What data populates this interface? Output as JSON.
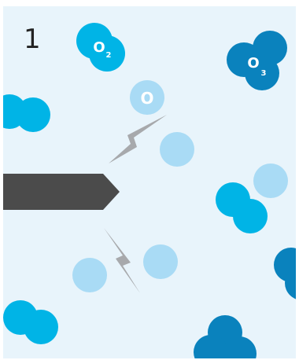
{
  "panel": {
    "number": "1",
    "labels": {
      "oxygen_molecule": "O",
      "oxygen_molecule_sub": "2",
      "ozone_molecule": "O",
      "ozone_molecule_sub": "3",
      "oxygen_atom": "O"
    }
  },
  "colors": {
    "background": "#e8f4fb",
    "frame": "#ffffff",
    "o2": "#00b4e6",
    "o3": "#0a82bd",
    "atom": "#a9dbf5",
    "electrode": "#4b4b4b",
    "spark": "#a7a9ac",
    "text_dark": "#222222",
    "text_light": "#ffffff"
  },
  "icons": [
    "oxygen-molecule-icon",
    "ozone-molecule-icon",
    "oxygen-atom-icon",
    "electrode-icon",
    "lightning-bolt-icon"
  ]
}
